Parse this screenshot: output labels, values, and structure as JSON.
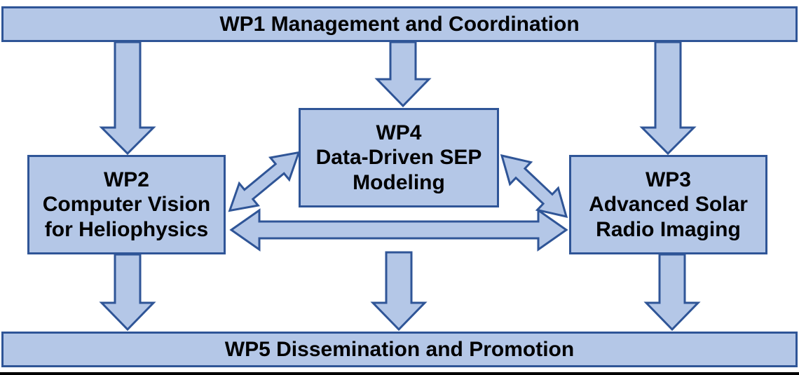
{
  "diagram": {
    "colors": {
      "fill": "#b4c7e7",
      "stroke": "#2f5597",
      "text": "#000000"
    },
    "wp1": {
      "label": "WP1 Management and Coordination"
    },
    "wp2": {
      "line1": "WP2",
      "line2": "Computer Vision",
      "line3": "for Heliophysics"
    },
    "wp3": {
      "line1": "WP3",
      "line2": "Advanced Solar",
      "line3": "Radio Imaging"
    },
    "wp4": {
      "line1": "WP4",
      "line2": "Data-Driven SEP",
      "line3": "Modeling"
    },
    "wp5": {
      "label": "WP5 Dissemination and Promotion"
    }
  }
}
